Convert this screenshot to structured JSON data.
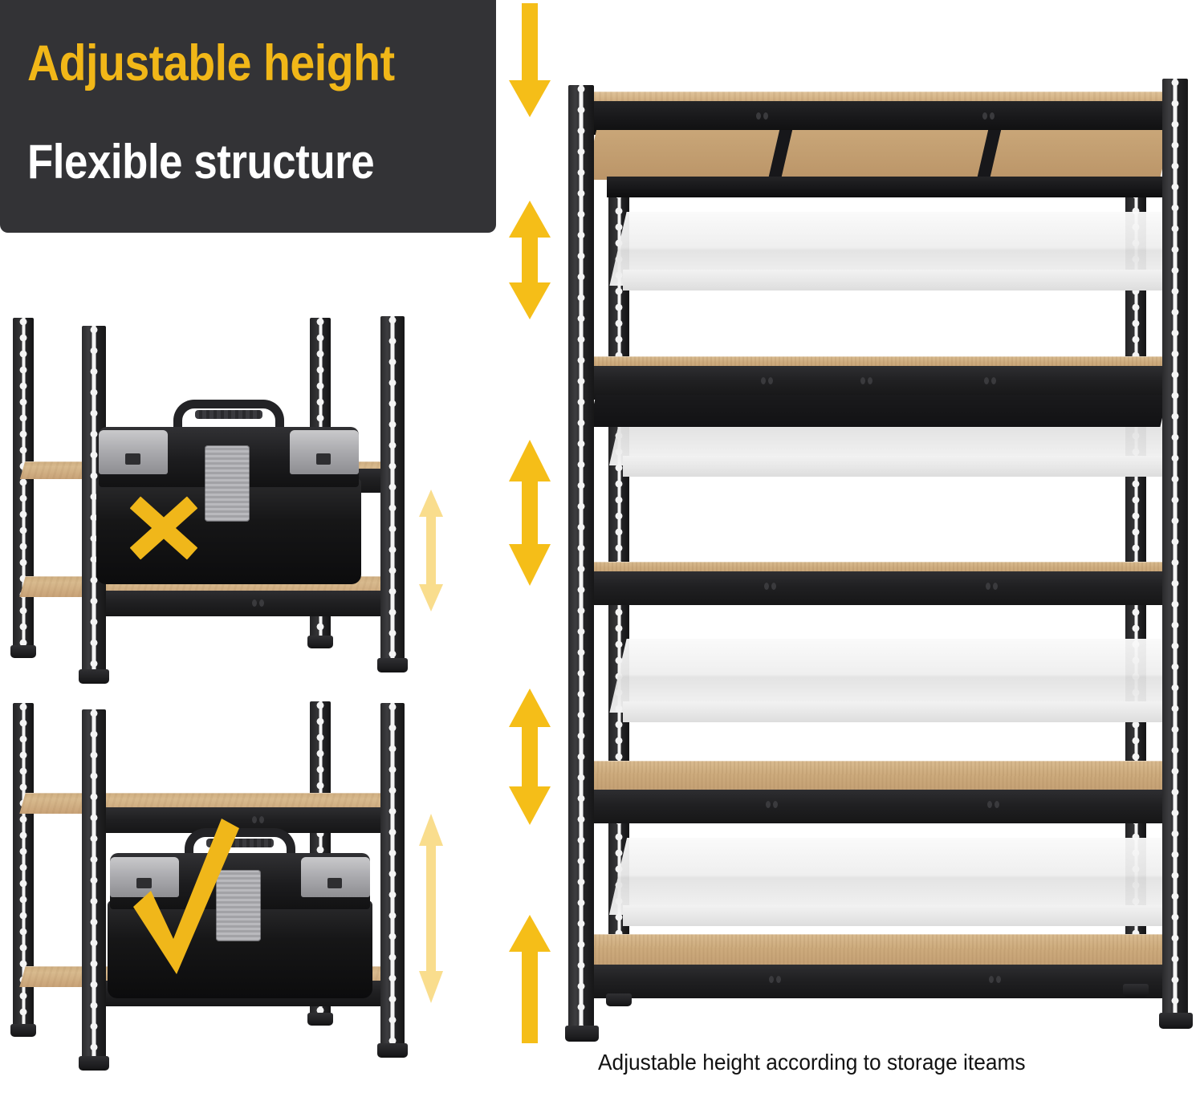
{
  "banner": {
    "line1": "Adjustable height",
    "line2": "Flexible structure",
    "bg_color": "#333336",
    "line1_color": "#F1B718",
    "line2_color": "#FFFFFF"
  },
  "caption": {
    "text": "Adjustable height according to storage iteams",
    "color": "#121212"
  },
  "colors": {
    "arrow_bright": "#F5BE18",
    "arrow_pale": "#F9DD8D",
    "metal_black": "#1c1c1e",
    "board_tan": "#cdab7d",
    "ghost_gray": "#ececec",
    "background": "#FFFFFF"
  },
  "center_arrows": [
    {
      "name": "arrow-down-top",
      "direction": "down"
    },
    {
      "name": "arrow-updown-1",
      "direction": "up-down"
    },
    {
      "name": "arrow-updown-2",
      "direction": "up-down"
    },
    {
      "name": "arrow-updown-3",
      "direction": "up-down"
    },
    {
      "name": "arrow-up-bottom",
      "direction": "up"
    }
  ],
  "panels": [
    {
      "name": "wrong-example",
      "verdict": "cross",
      "verdict_meaning": "toolbox does not fit in the shelf gap",
      "gap_label": "short gap",
      "shelf_count": 2
    },
    {
      "name": "correct-example",
      "verdict": "tick",
      "verdict_meaning": "toolbox fits in the taller shelf gap",
      "gap_label": "tall gap",
      "shelf_count": 2
    }
  ],
  "main_unit": {
    "name": "5-tier-adjustable-shelving-unit",
    "tier_count": 5,
    "ghost_position_count": 4,
    "post_style": "keyhole-slotted-upright",
    "shelf_material": "particle board"
  }
}
